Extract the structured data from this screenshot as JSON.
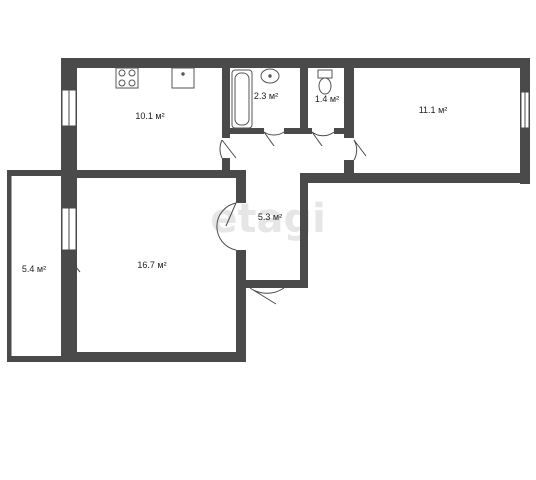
{
  "plan": {
    "wall_color": "#4a4a4a",
    "floor_color": "#ffffff",
    "watermark": "etagi",
    "rooms": [
      {
        "id": "kitchen",
        "label": "10.1 м²"
      },
      {
        "id": "bathroom",
        "label": "2.3 м²"
      },
      {
        "id": "toilet",
        "label": "1.4 м²"
      },
      {
        "id": "bedroom",
        "label": "11.1 м²"
      },
      {
        "id": "hallway",
        "label": "5.3 м²"
      },
      {
        "id": "balcony",
        "label": "5.4 м²"
      },
      {
        "id": "living-room",
        "label": "16.7 м²"
      }
    ],
    "fixtures": [
      "stove-icon",
      "sink-icon",
      "bathtub-icon",
      "washbasin-icon",
      "toilet-icon"
    ]
  }
}
